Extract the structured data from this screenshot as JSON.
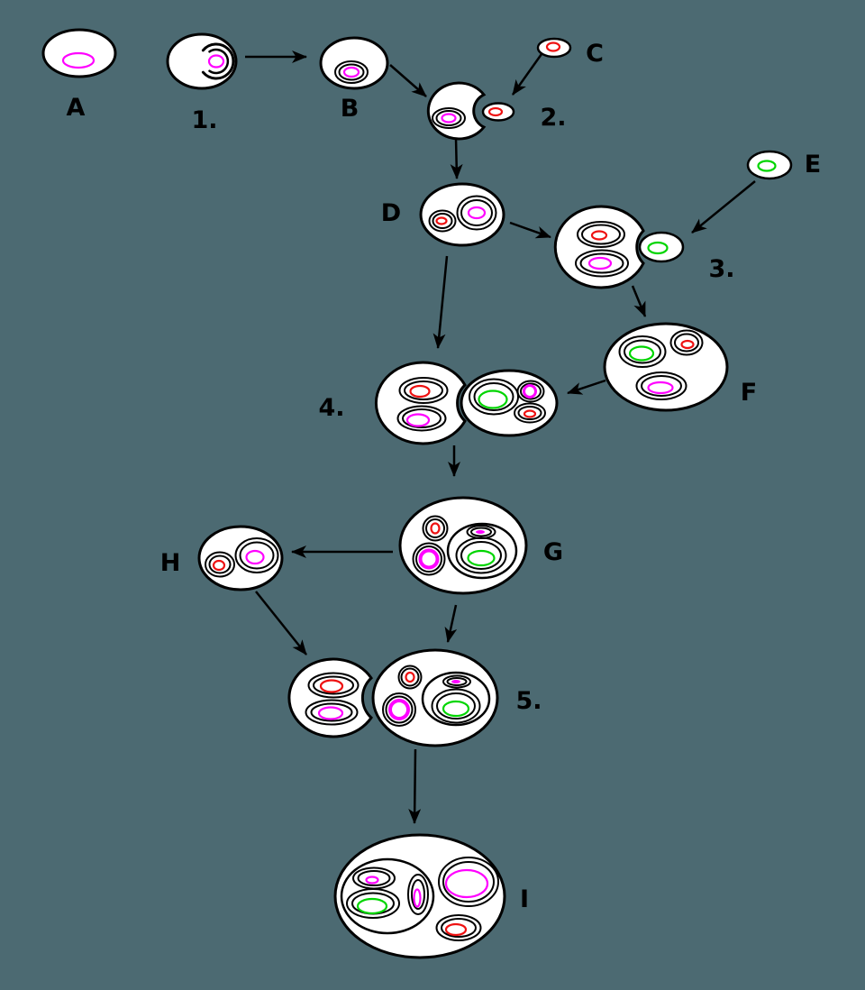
{
  "diagram": {
    "type": "biology-endosymbiosis-flow-diagram",
    "description": "Stepwise diagram of cells engulfing other cells (endosymbiotic theory), from simple cell A to composite cell I"
  },
  "colors": {
    "background": "#4c6a72",
    "outline": "#000000",
    "cytoplasm": "#ffffff",
    "magenta": "#ff00ff",
    "red": "#ee1111",
    "green": "#00d500"
  },
  "labels": {
    "A": "A",
    "s1": "1.",
    "B": "B",
    "C": "C",
    "s2": "2.",
    "D": "D",
    "E": "E",
    "s3": "3.",
    "F": "F",
    "s4": "4.",
    "G": "G",
    "H": "H",
    "s5": "5.",
    "I": "I"
  },
  "cells": [
    {
      "id": "A",
      "contents": [
        "magenta-dna-loop"
      ]
    },
    {
      "id": "1",
      "contents": [
        "forming-double-membrane-crescent",
        "magenta-dna-loop"
      ]
    },
    {
      "id": "B",
      "contents": [
        "double-membrane-nucleus-with-magenta-dna"
      ]
    },
    {
      "id": "C",
      "contents": [
        "red-dna-loop"
      ]
    },
    {
      "id": "2",
      "contents": [
        "nucleus-with-magenta-dna",
        "engulfing-small-red-cell-in-notch"
      ]
    },
    {
      "id": "D",
      "contents": [
        "double-membrane-organelle-red",
        "nucleus-with-magenta-dna"
      ]
    },
    {
      "id": "E",
      "contents": [
        "green-dna-loop"
      ]
    },
    {
      "id": "3",
      "contents": [
        "double-membrane-organelle-red",
        "nucleus-with-magenta-dna",
        "engulfing-small-green-cell-in-notch"
      ]
    },
    {
      "id": "F",
      "contents": [
        "double-membrane-organelle-green",
        "double-membrane-organelle-red",
        "nucleus-with-magenta-dna"
      ]
    },
    {
      "id": "4",
      "contents": [
        "left-cell: organelle-red + nucleus-magenta",
        "right-cell: organelle-green + organelle-magenta-ring + organelle-red",
        "two cells fusing"
      ]
    },
    {
      "id": "G",
      "contents": [
        "organelle-red",
        "thick-magenta-ring-organelle",
        "large-compartment with magenta-dot-organelle and green-organelle"
      ]
    },
    {
      "id": "H",
      "contents": [
        "organelle-red",
        "nucleus-with-magenta-dna"
      ]
    },
    {
      "id": "5",
      "contents": [
        "left-cell: organelle-red + organelle-magenta",
        "right-cell: organelle-red + thick-magenta-ring-organelle + compartment with magenta-dot and green organelles",
        "two cells fusing"
      ]
    },
    {
      "id": "I",
      "contents": [
        "compartment with magenta-dot-organelle and green-organelle",
        "vertical-magenta-organelle",
        "nucleus-with-large-magenta-dna",
        "organelle-red"
      ]
    }
  ],
  "arrows": [
    {
      "from": "1",
      "to": "B"
    },
    {
      "from": "B",
      "to": "2"
    },
    {
      "from": "C",
      "to": "2"
    },
    {
      "from": "2",
      "to": "D"
    },
    {
      "from": "D",
      "to": "3"
    },
    {
      "from": "E",
      "to": "3"
    },
    {
      "from": "3",
      "to": "F"
    },
    {
      "from": "F",
      "to": "4"
    },
    {
      "from": "D",
      "to": "4"
    },
    {
      "from": "4",
      "to": "G"
    },
    {
      "from": "G",
      "to": "H"
    },
    {
      "from": "H",
      "to": "5"
    },
    {
      "from": "G",
      "to": "5"
    },
    {
      "from": "5",
      "to": "I"
    }
  ]
}
